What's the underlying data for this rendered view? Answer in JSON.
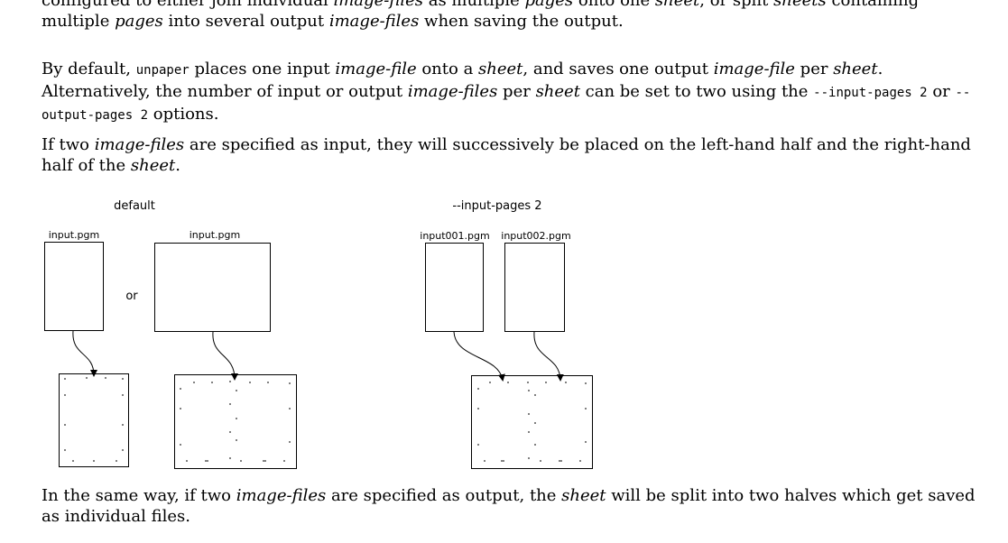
{
  "paragraphs": {
    "p0": {
      "t1": "configured to either join individual ",
      "e1": "image-files",
      "t2": " as multiple ",
      "e2": "pages",
      "t3": " onto one ",
      "e3": "sheet",
      "t4": ", or split ",
      "e4": "sheets",
      "t5": " containing multiple ",
      "e5": "pages",
      "t6": " into several output ",
      "e6": "image-files",
      "t7": " when saving the output."
    },
    "p1": {
      "t1": "By default, ",
      "c1": "unpaper",
      "t2": " places one input ",
      "e1": "image-file",
      "t3": " onto a ",
      "e2": "sheet",
      "t4": ", and saves one output ",
      "e3": "image-file",
      "t5": " per ",
      "e4": "sheet",
      "t6": ". Alternatively, the number of input or output ",
      "e5": "image-files",
      "t7": " per ",
      "e6": "sheet",
      "t8": " can be set to two using the ",
      "c2": "--input-pages 2",
      "t9": " or ",
      "c3": "--output-pages 2",
      "t10": " options."
    },
    "p2": {
      "t1": "If two ",
      "e1": "image-files",
      "t2": " are specified as input, they will successively be placed on the left-hand half and the right-hand half of the ",
      "e2": "sheet",
      "t3": "."
    },
    "p3": {
      "t1": "In the same way, if two ",
      "e1": "image-files",
      "t2": " are specified as output, the ",
      "e2": "sheet",
      "t3": " will be split into two halves which get saved as individual files."
    }
  },
  "diagram": {
    "default_label": "default",
    "or_label": "or",
    "input_pages_label": "--input-pages 2",
    "file_portrait": "input.pgm",
    "file_landscape": "input.pgm",
    "file_left": "input001.pgm",
    "file_right": "input002.pgm"
  }
}
